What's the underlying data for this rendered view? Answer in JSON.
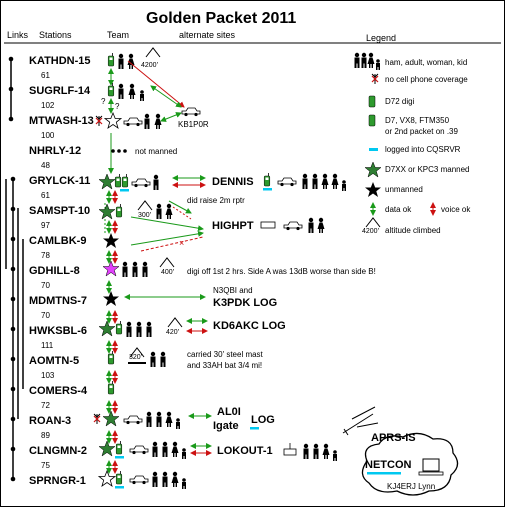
{
  "title": "Golden Packet 2011",
  "headers": {
    "links": "Links",
    "stations": "Stations",
    "team": "Team",
    "alternate": "alternate sites",
    "legend": "Legend"
  },
  "stations": [
    {
      "name": "KATHDN-15",
      "num": "61"
    },
    {
      "name": "SUGRLF-14",
      "num": "102"
    },
    {
      "name": "MTWASH-13",
      "num": "100"
    },
    {
      "name": "NHRLY-12",
      "num": "48"
    },
    {
      "name": "GRYLCK-11",
      "num": "61"
    },
    {
      "name": "SAMSPT-10",
      "num": "97"
    },
    {
      "name": "CAMLBK-9",
      "num": "78"
    },
    {
      "name": "GDHILL-8",
      "num": "70"
    },
    {
      "name": "MDMTNS-7",
      "num": "70"
    },
    {
      "name": "HWKSBL-6",
      "num": "111"
    },
    {
      "name": "AOMTN-5",
      "num": "103"
    },
    {
      "name": "COMERS-4",
      "num": "72"
    },
    {
      "name": "ROAN-3",
      "num": "89"
    },
    {
      "name": "CLNGMN-2",
      "num": "75"
    },
    {
      "name": "SPRNGR-1",
      "num": ""
    }
  ],
  "altitudes": {
    "kathdn": "4200'",
    "samspt": "300'",
    "gdhill": "400'",
    "hwksbl": "420'",
    "aomtn": "320'"
  },
  "question_marks": [
    "?",
    "?"
  ],
  "notes": {
    "kb1p0r": "KB1P0R",
    "nhrly": "not manned",
    "samspt": "did raise 2m rptr",
    "gdhill": "digi off 1st 2 hrs. Side A was 13dB worse than side B!",
    "mdmtns_1": "N3QBI and",
    "mdmtns_2": "K3PDK LOG",
    "hwksbl": "KD6AKC LOG",
    "aomtn_1": "carried 30' steel mast",
    "aomtn_2": "and 33AH bat 3/4 mi!"
  },
  "alt_sites": {
    "dennis": "DENNIS",
    "highpt": "HIGHPT",
    "al0i": "AL0I",
    "igate": "Igate",
    "log": "LOG",
    "lokout": "LOKOUT-1"
  },
  "aprs": {
    "label": "APRS-IS",
    "netcon": "NETCON",
    "operator": "KJ4ERJ Lynn"
  },
  "legend": [
    "ham, adult, woman, kid",
    "no cell phone coverage",
    "D72 digi",
    "D7, VX8, FTM350",
    "or 2nd packet on .39",
    "logged into CQSRVR",
    "D7XX or KPC3 manned",
    "unmanned",
    "data ok",
    "voice ok",
    "altitude climbed"
  ],
  "legend_alt": "4200'",
  "colors": {
    "digi": "#2e9a2e",
    "data_arrow": "#1a9a1a",
    "voice_arrow": "#cc1111",
    "star_green": "#2e7d32",
    "star_pink": "#e040fb",
    "cyan_log": "#00c8f0",
    "car": "#3aa0d0"
  }
}
